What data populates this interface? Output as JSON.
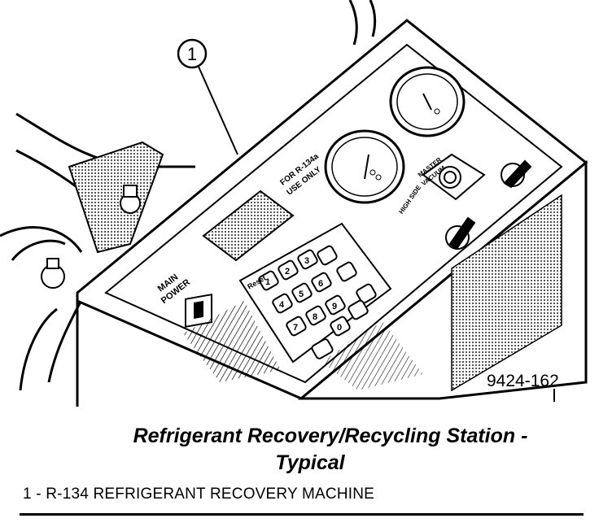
{
  "figure": {
    "callout_number": "1",
    "figure_id": "9424-162",
    "panel": {
      "for_label_line1": "FOR R-134a",
      "for_label_line2": "USE ONLY",
      "main_power_line1": "MAIN",
      "main_power_line2": "POWER",
      "high_side_label": "HIGH SIDE",
      "master_label_line1": "MASTER",
      "master_label_line2": "VACUUM",
      "key_label": "Reset",
      "keypad_keys": [
        "1",
        "2",
        "3",
        "4",
        "5",
        "6",
        "7",
        "8",
        "9",
        "0"
      ]
    }
  },
  "caption": {
    "title_line1": "Refrigerant Recovery/Recycling Station -",
    "title_line2": "Typical"
  },
  "legend": {
    "items": [
      "1 - R-134 REFRIGERANT RECOVERY MACHINE"
    ]
  }
}
